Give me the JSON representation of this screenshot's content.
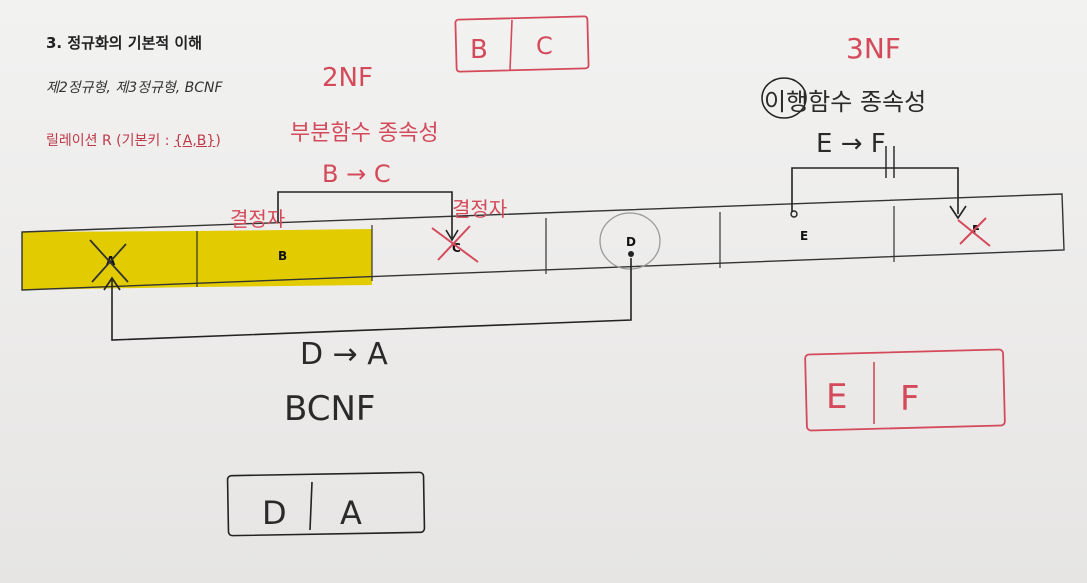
{
  "doc": {
    "title": "3. 정규화의 기본적 이해",
    "subtitle": "제2정규형, 제3정규형, BCNF",
    "relation_label": "릴레이션 R (기본키 : ",
    "relation_key": "{A,B}",
    "relation_close": ")"
  },
  "table": {
    "cells": [
      "A",
      "B",
      "C",
      "D",
      "E",
      "F"
    ],
    "highlight_color": "#e2cc00"
  },
  "annotations": {
    "bc_box": [
      "B",
      "C"
    ],
    "df_box": [
      "E",
      "F"
    ],
    "da_box": [
      "D",
      "A"
    ],
    "nf2": "2NF",
    "nf3": "3NF",
    "partial_dep": "부분함수 종속성",
    "transitive_dep": "이행함수 종속성",
    "fd_bc": "B → C",
    "fd_ef": "E → F",
    "fd_da": "D → A",
    "bcnf": "BCNF",
    "decide1": "결정자",
    "decide2": "결정자"
  }
}
